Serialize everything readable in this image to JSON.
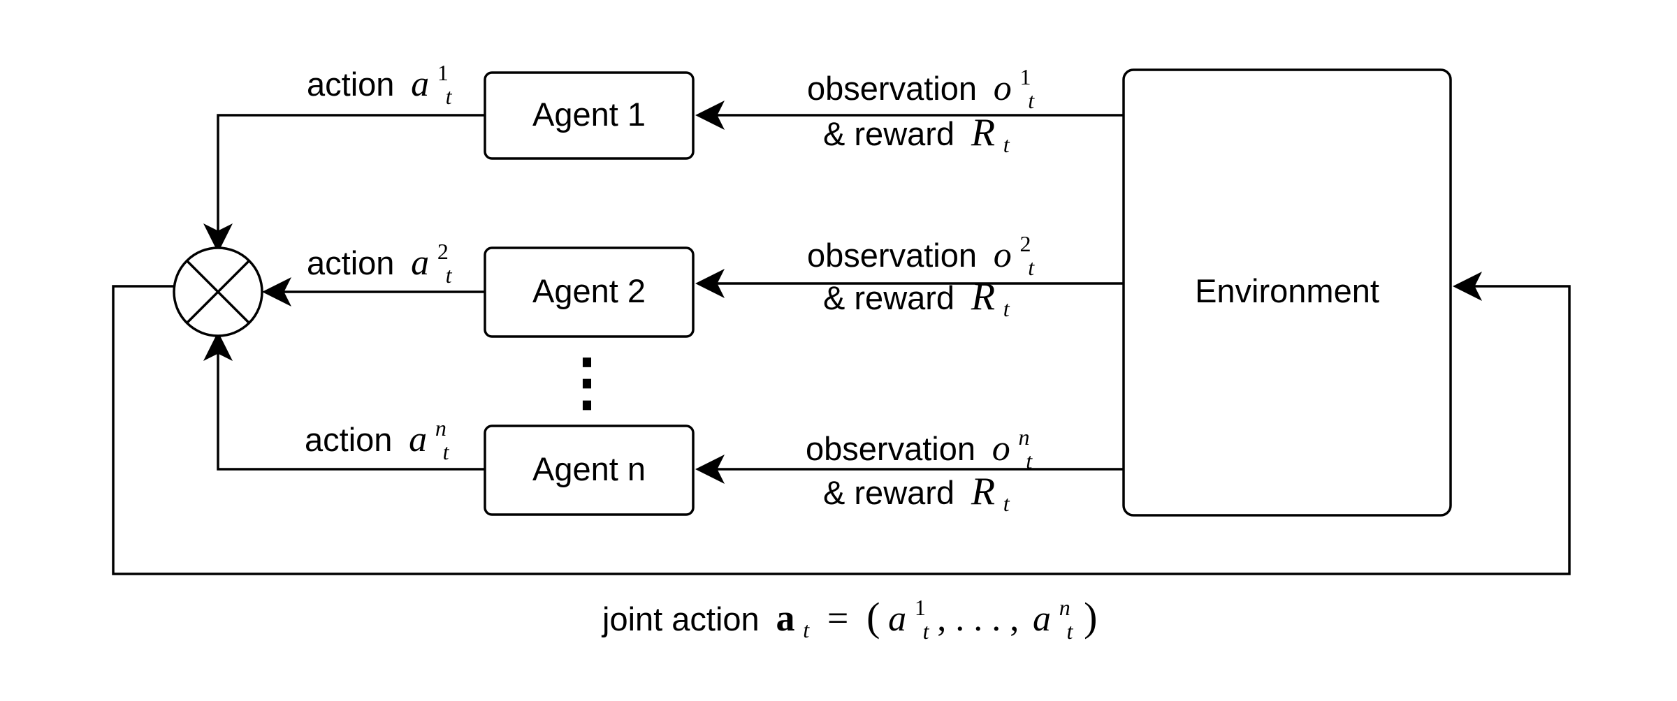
{
  "agents": [
    {
      "label": "Agent 1",
      "action_word": "action",
      "action_var": "a",
      "action_sub": "t",
      "action_sup": "1",
      "obs_word": "observation",
      "obs_var": "o",
      "obs_sub": "t",
      "obs_sup": "1",
      "reward_word": "& reward",
      "reward_var": "R",
      "reward_sub": "t"
    },
    {
      "label": "Agent 2",
      "action_word": "action",
      "action_var": "a",
      "action_sub": "t",
      "action_sup": "2",
      "obs_word": "observation",
      "obs_var": "o",
      "obs_sub": "t",
      "obs_sup": "2",
      "reward_word": "& reward",
      "reward_var": "R",
      "reward_sub": "t"
    },
    {
      "label": "Agent n",
      "action_word": "action",
      "action_var": "a",
      "action_sub": "t",
      "action_sup": "n",
      "obs_word": "observation",
      "obs_var": "o",
      "obs_sub": "t",
      "obs_sup": "n",
      "reward_word": "& reward",
      "reward_var": "R",
      "reward_sub": "t"
    }
  ],
  "environment": {
    "label": "Environment"
  },
  "ellipsis": "⋮",
  "joint": {
    "word": "joint action",
    "var": "a",
    "sub": "t",
    "equals": "=",
    "open": "(",
    "first_var": "a",
    "first_sub": "t",
    "first_sup": "1",
    "separator": ", . . . ,",
    "last_var": "a",
    "last_sub": "t",
    "last_sup": "n",
    "close": ")"
  }
}
